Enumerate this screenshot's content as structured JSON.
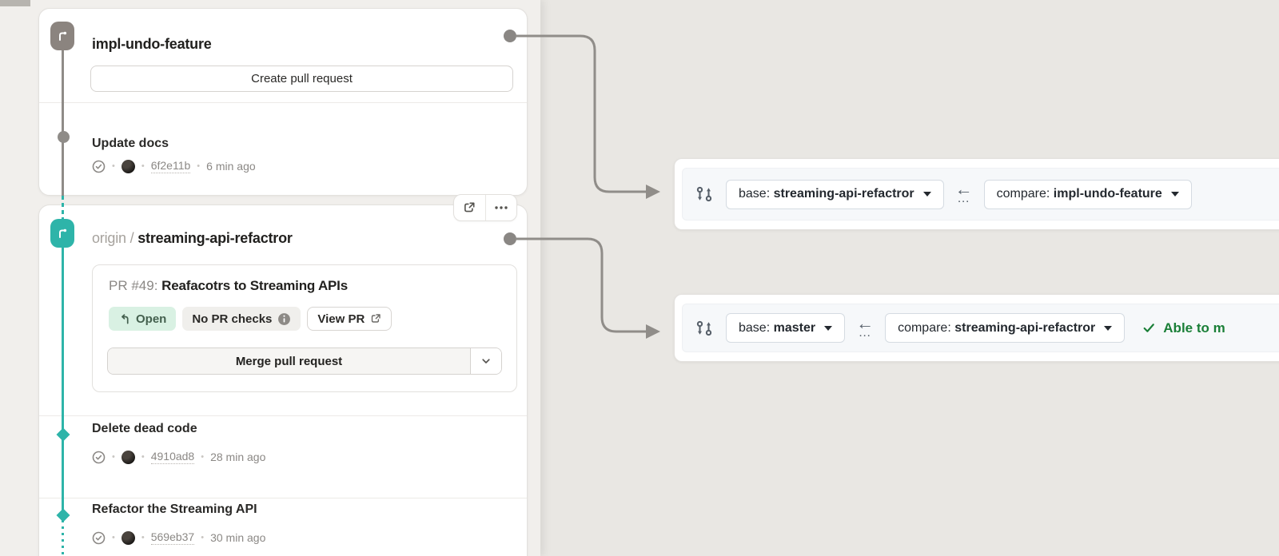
{
  "colors": {
    "teal": "#2eb4a9",
    "branch_gray": "#8b847f",
    "connector": "#908d89",
    "open_badge_bg": "#d9f1e3",
    "open_badge_text": "#44604e",
    "github_green": "#1a7f37",
    "compare_bar_bg": "#f6f8fa"
  },
  "misc": {
    "separator": "•",
    "back_arrow": "←",
    "ellipsis": "…"
  },
  "panel": {
    "branch1": {
      "name": "impl-undo-feature",
      "create_pr": "Create pull request",
      "commit": {
        "title": "Update docs",
        "hash": "6f2e11b",
        "time": "6 min ago"
      }
    },
    "branch2": {
      "remote": "origin /",
      "name": "streaming-api-refactror",
      "pr": {
        "number_label": "PR #49:",
        "title": "Reafacotrs to Streaming APIs",
        "status": "Open",
        "checks": "No PR checks",
        "view": "View PR",
        "merge": "Merge pull request"
      },
      "commits": [
        {
          "title": "Delete dead code",
          "hash": "4910ad8",
          "time": "28 min ago"
        },
        {
          "title": "Refactor the Streaming API",
          "hash": "569eb37",
          "time": "30 min ago"
        }
      ]
    }
  },
  "compare": {
    "bars": [
      {
        "base_prefix": "base:",
        "base_branch": "streaming-api-refactror",
        "compare_prefix": "compare:",
        "compare_branch": "impl-undo-feature",
        "status": ""
      },
      {
        "base_prefix": "base:",
        "base_branch": "master",
        "compare_prefix": "compare:",
        "compare_branch": "streaming-api-refactror",
        "status": "Able to m"
      }
    ]
  }
}
